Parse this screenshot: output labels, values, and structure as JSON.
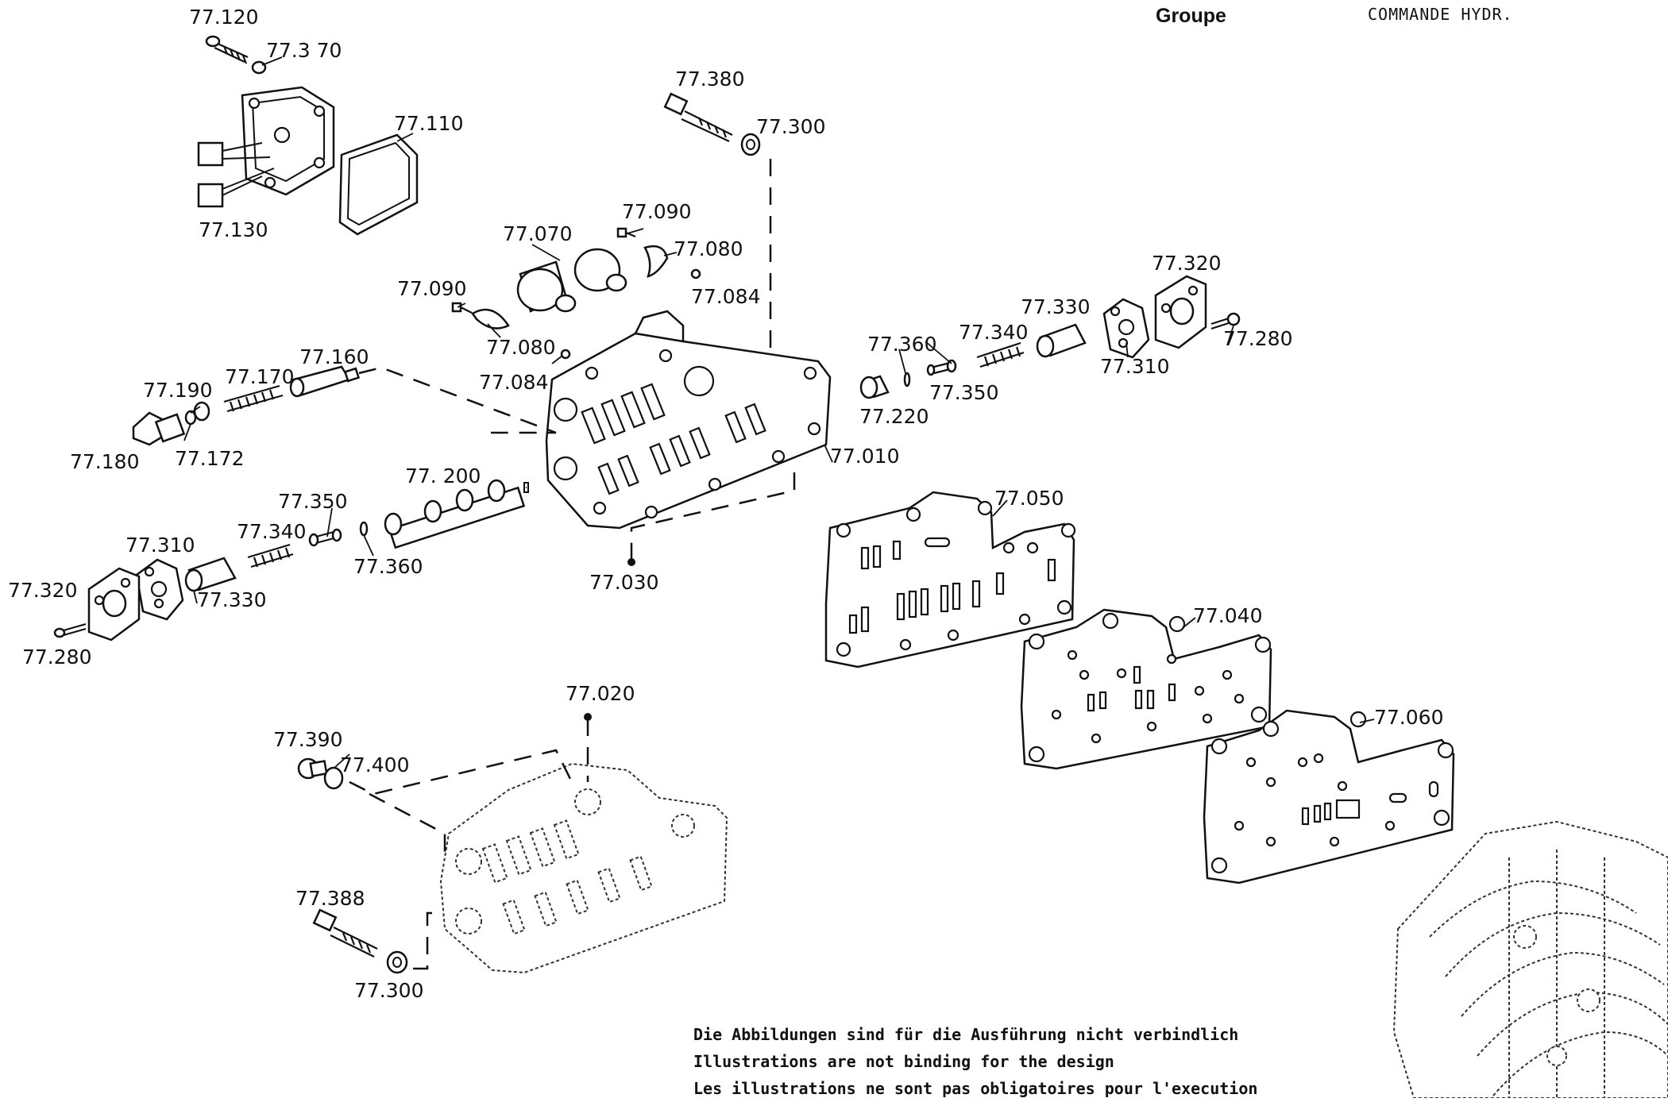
{
  "header": {
    "group_label": "Groupe",
    "section_label": "COMMANDE HYDR."
  },
  "disclaimer": {
    "de": "Die Abbildungen sind für die Ausführung nicht verbindlich",
    "en": "Illustrations are not binding for the design",
    "fr": "Les illustrations ne sont pas obligatoires pour l'execution"
  },
  "part_labels": {
    "p77_120": "77.120",
    "p77_370": "77.3 70",
    "p77_110": "77.110",
    "p77_130": "77.130",
    "p77_380": "77.380",
    "p77_300_top": "77.300",
    "p77_070": "77.070",
    "p77_090_a": "77.090",
    "p77_080_a": "77.080",
    "p77_084_a": "77.084",
    "p77_090_b": "77.090",
    "p77_080_b": "77.080",
    "p77_084_b": "77.084",
    "p77_320_right": "77.320",
    "p77_330_right": "77.330",
    "p77_340_right": "77.340",
    "p77_280_right": "77.280",
    "p77_360_right": "77.360",
    "p77_310_right": "77.310",
    "p77_350_right": "77.350",
    "p77_220": "77.220",
    "p77_160": "77.160",
    "p77_190": "77.190",
    "p77_170": "77.170",
    "p77_180": "77.180",
    "p77_172": "77.172",
    "p77_010": "77.010",
    "p77_200": "77. 200",
    "p77_350_left": "77.350",
    "p77_340_left": "77.340",
    "p77_310_left": "77.310",
    "p77_360_left": "77.360",
    "p77_320_left": "77.320",
    "p77_330_left": "77.330",
    "p77_280_left": "77.280",
    "p77_030": "77.030",
    "p77_050": "77.050",
    "p77_040": "77.040",
    "p77_060": "77.060",
    "p77_020": "77.020",
    "p77_390": "77.390",
    "p77_400": "77.400",
    "p77_388": "77.388",
    "p77_300_bottom": "77.300"
  }
}
